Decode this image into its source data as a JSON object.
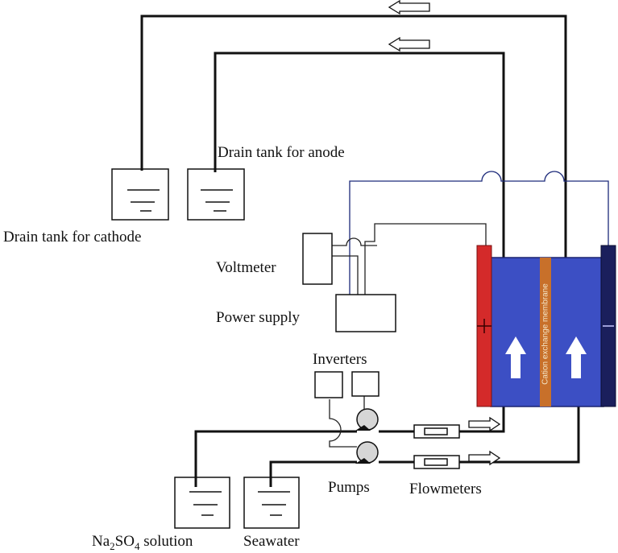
{
  "labels": {
    "drain_anode": "Drain tank for anode",
    "drain_cathode": "Drain tank for cathode",
    "voltmeter": "Voltmeter",
    "power_supply": "Power supply",
    "inverters": "Inverters",
    "pumps": "Pumps",
    "flowmeters": "Flowmeters",
    "na2so4_prefix": "Na",
    "na2so4_sub1": "2",
    "na2so4_mid": "SO",
    "na2so4_sub2": "4",
    "na2so4_suffix": " solution",
    "seawater": "Seawater",
    "membrane": "Cation exchange membrane"
  },
  "colors": {
    "chamber": "#3c4fc4",
    "membrane": "#c8702a",
    "anode": "#d42a2a",
    "cathode": "#1a1f5c",
    "line": "#111111",
    "pump": "#d6d6d6"
  },
  "icons": [
    "flow-arrow-icon",
    "up-arrow-icon",
    "pump-icon",
    "tank-icon"
  ]
}
